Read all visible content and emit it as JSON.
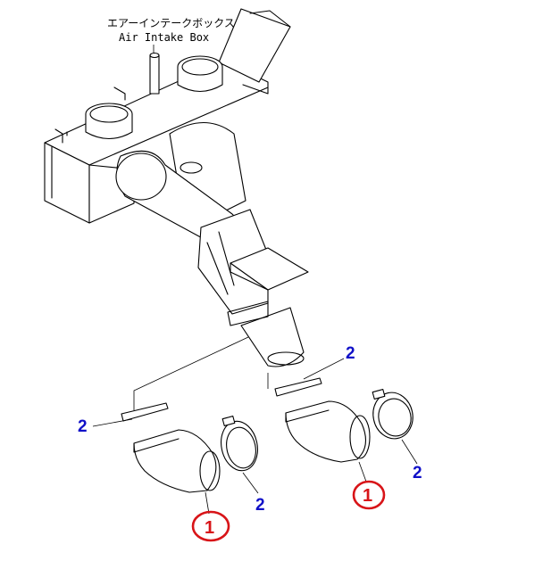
{
  "labels": {
    "title_jp": "エアーインテークボックス",
    "title_en": "Air Intake Box"
  },
  "callouts": {
    "part_1_left": "1",
    "part_1_right": "1",
    "part_2_upper_right": "2",
    "part_2_left": "2",
    "part_2_lower_left": "2",
    "part_2_right": "2"
  },
  "colors": {
    "callout_blue": "#1010c8",
    "callout_red": "#d81418",
    "line": "#000000"
  }
}
